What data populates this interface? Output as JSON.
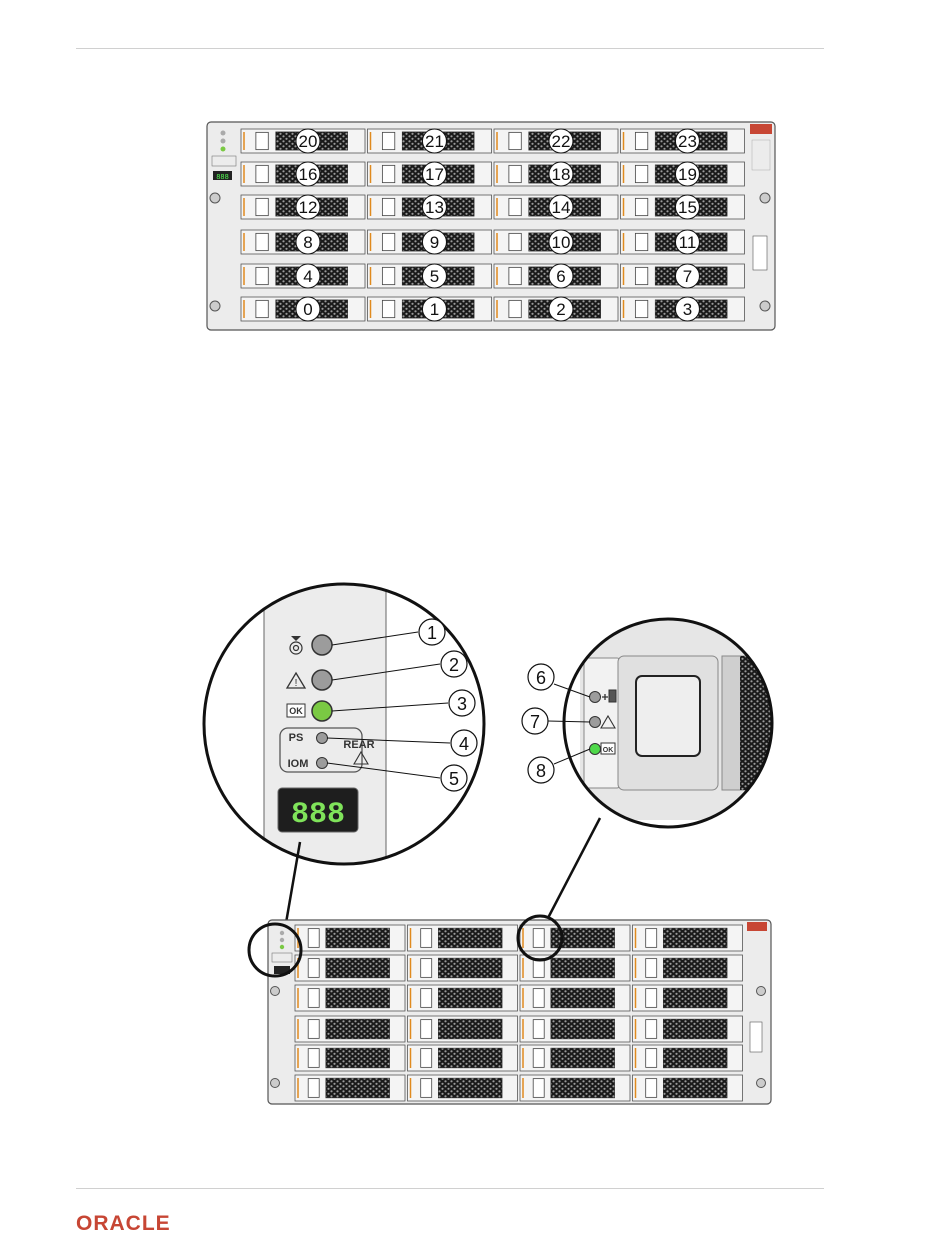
{
  "figure1": {
    "slots": [
      [
        "20",
        "21",
        "22",
        "23"
      ],
      [
        "16",
        "17",
        "18",
        "19"
      ],
      [
        "12",
        "13",
        "14",
        "15"
      ],
      [
        "8",
        "9",
        "10",
        "11"
      ],
      [
        "4",
        "5",
        "6",
        "7"
      ],
      [
        "0",
        "1",
        "2",
        "3"
      ]
    ],
    "display": "888"
  },
  "figure2": {
    "left_callouts": [
      "1",
      "2",
      "3",
      "4",
      "5"
    ],
    "right_callouts": [
      "6",
      "7",
      "8"
    ],
    "labels": {
      "ok": "OK",
      "ps": "PS",
      "iom": "IOM",
      "rear": "REAR",
      "display": "888"
    },
    "led_colors": {
      "off": "#9c9c9c",
      "ok": "#7ac943",
      "drive_ok": "#4fd94a"
    }
  },
  "footer": {
    "logo": "ORACLE",
    "logo_color": "#c74634"
  }
}
